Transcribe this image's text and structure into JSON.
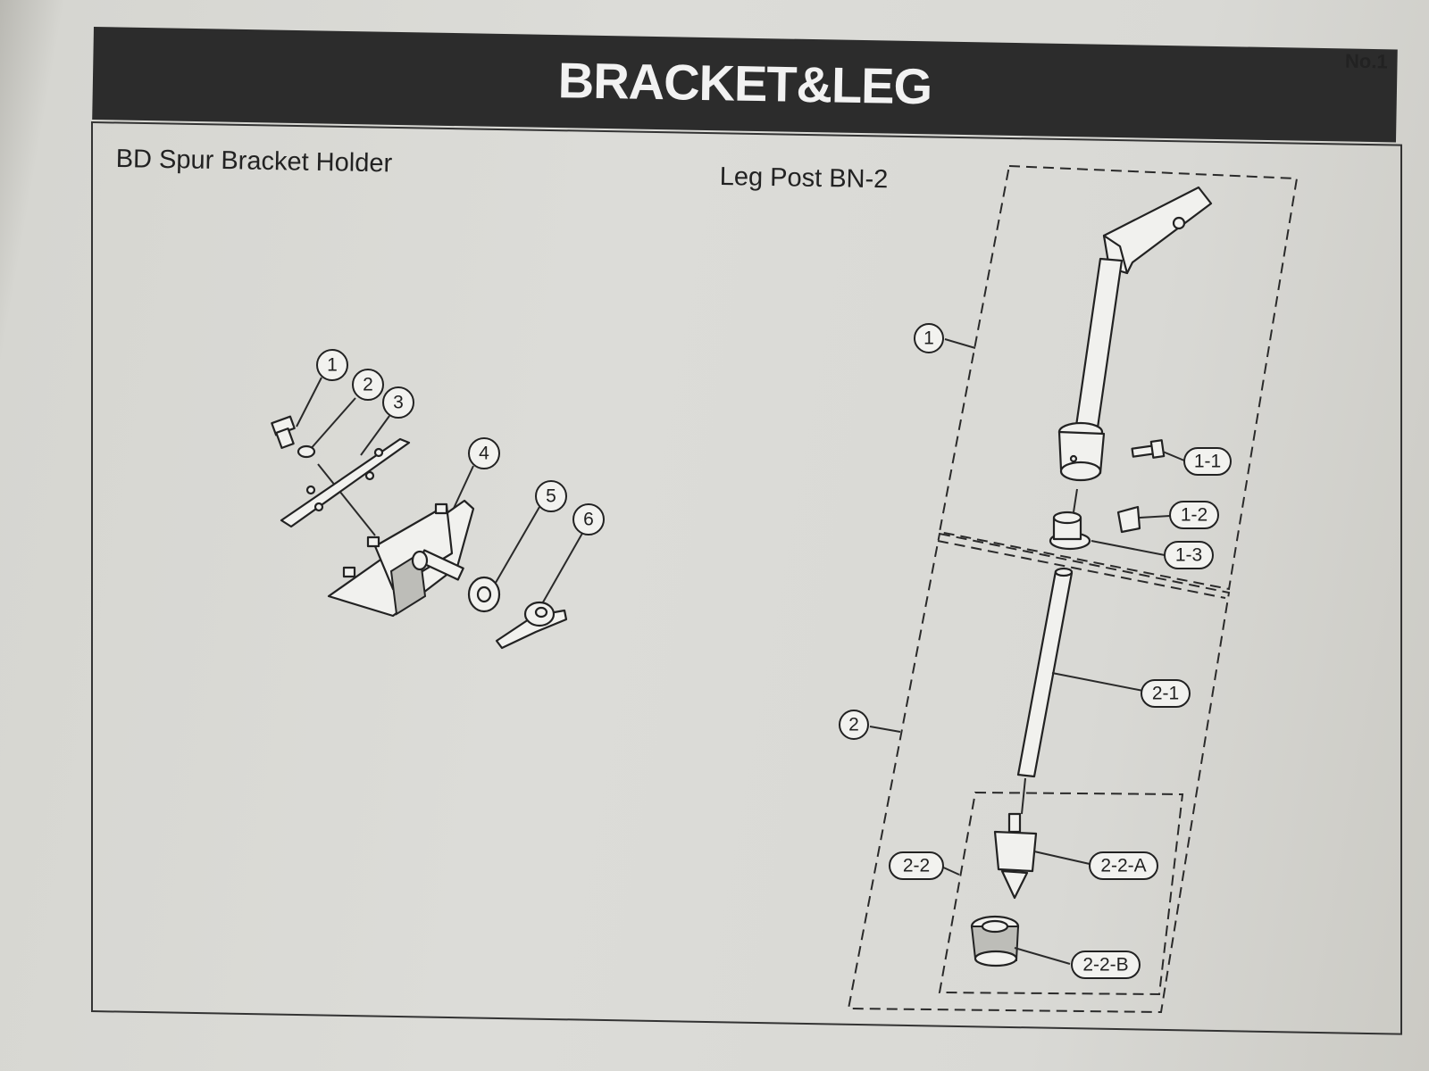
{
  "header": {
    "title": "BRACKET&LEG",
    "page_number": "No.1"
  },
  "sections": {
    "left_title": "BD Spur Bracket Holder",
    "right_title": "Leg Post BN-2"
  },
  "callouts_left": [
    "1",
    "2",
    "3",
    "4",
    "5",
    "6"
  ],
  "callouts_right": [
    "1",
    "1-1",
    "1-2",
    "1-3",
    "2-1",
    "2",
    "2-2",
    "2-2-A",
    "2-2-B"
  ]
}
